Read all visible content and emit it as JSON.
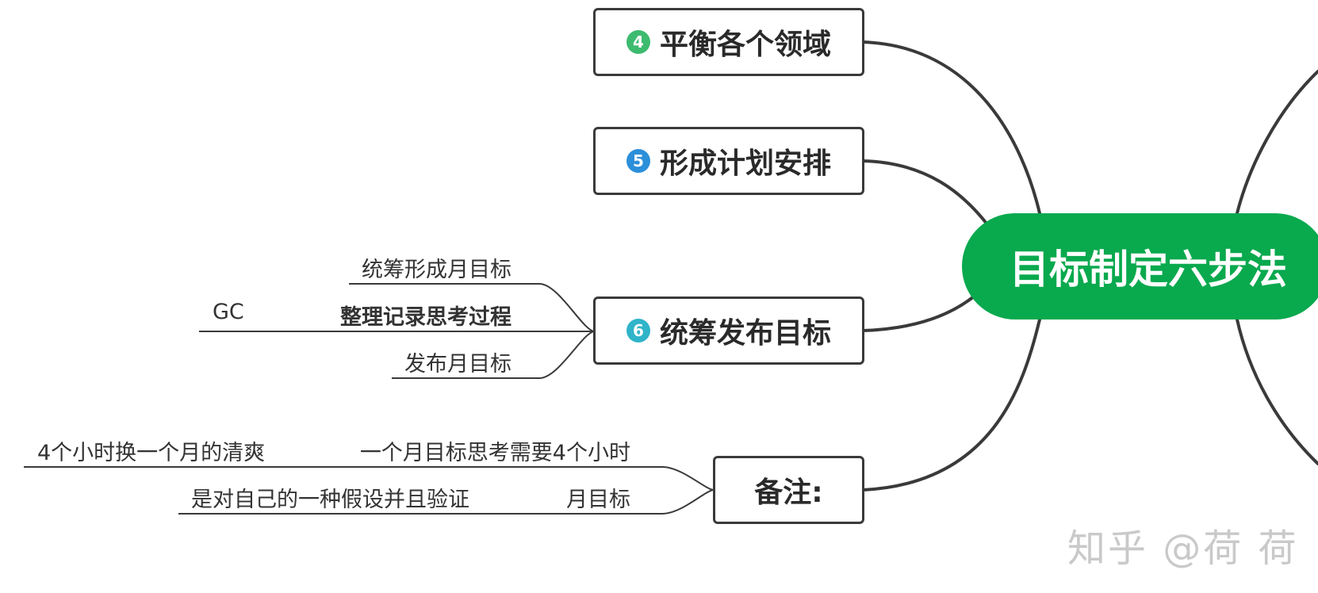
{
  "central_topic": {
    "label": "目标制定六步法",
    "color": "#09a94e"
  },
  "line_color": "#3a3a3a",
  "branches": [
    {
      "marker": {
        "number": "4",
        "color": "#3dbb6f"
      },
      "label": "平衡各个领域",
      "children": []
    },
    {
      "marker": {
        "number": "5",
        "color": "#2b8fd9"
      },
      "label": "形成计划安排",
      "children": []
    },
    {
      "marker": {
        "number": "6",
        "color": "#2fb4c9"
      },
      "label": "统筹发布目标",
      "children": [
        {
          "label": "统筹形成月目标"
        },
        {
          "label": "整理记录思考过程",
          "bold": true,
          "children": [
            {
              "label": "GC"
            }
          ]
        },
        {
          "label": "发布月目标"
        }
      ]
    },
    {
      "label": "备注:",
      "children": [
        {
          "label": "一个月目标思考需要4个小时",
          "children": [
            {
              "label": "4个小时换一个月的清爽"
            }
          ]
        },
        {
          "label": "月目标",
          "children": [
            {
              "label": "是对自己的一种假设并且验证"
            }
          ]
        }
      ]
    }
  ],
  "watermark": "知乎 @荷 荷"
}
